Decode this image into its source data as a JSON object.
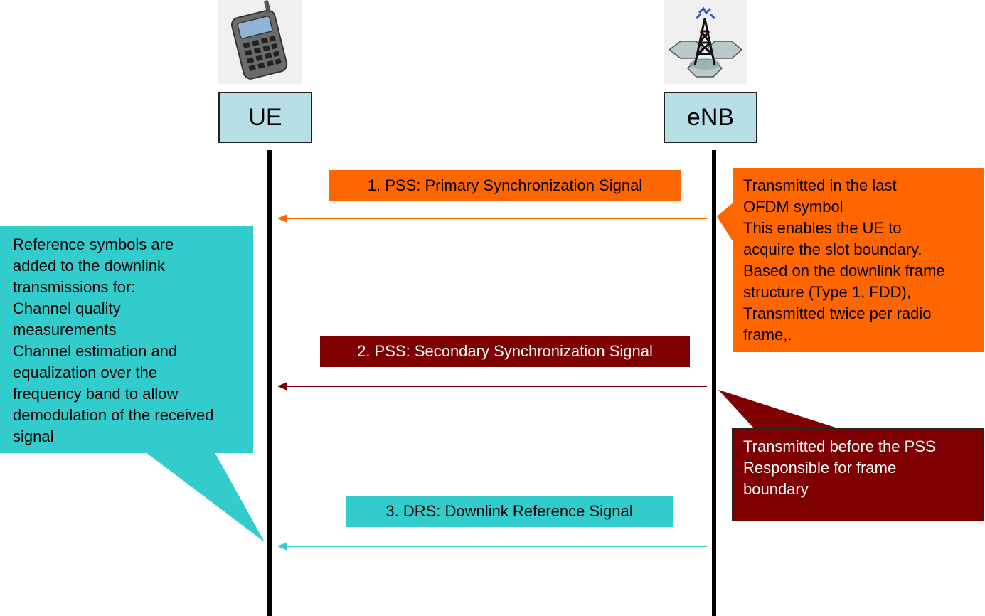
{
  "participants": {
    "ue": {
      "label": "UE",
      "icon": "mobile-phone-icon"
    },
    "enb": {
      "label": "eNB",
      "icon": "cell-tower-icon"
    }
  },
  "messages": [
    {
      "label": "1. PSS: Primary Synchronization Signal",
      "color": "#ff6600",
      "text_color": "#000000"
    },
    {
      "label": "2. PSS: Secondary Synchronization Signal",
      "color": "#7f0000",
      "text_color": "#ffffff"
    },
    {
      "label": "3. DRS: Downlink Reference Signal",
      "color": "#33cccc",
      "text_color": "#000000"
    }
  ],
  "notes": {
    "pss": {
      "color": "#ff6600",
      "lines": [
        "Transmitted in the last",
        "OFDM symbol",
        "This enables the UE to",
        "acquire the slot boundary.",
        "Based on the downlink frame",
        "structure (Type 1, FDD),",
        "Transmitted twice per radio",
        "frame,."
      ]
    },
    "sss": {
      "color": "#7f0000",
      "lines": [
        "Transmitted before the PSS",
        "Responsible for frame",
        "boundary"
      ]
    },
    "drs": {
      "color": "#33cccc",
      "lines": [
        "Reference symbols are",
        "added to the downlink",
        "transmissions for:",
        "Channel quality",
        "measurements",
        "Channel estimation and",
        "equalization over the",
        "frequency band to allow",
        "demodulation of the received",
        "signal"
      ]
    }
  }
}
